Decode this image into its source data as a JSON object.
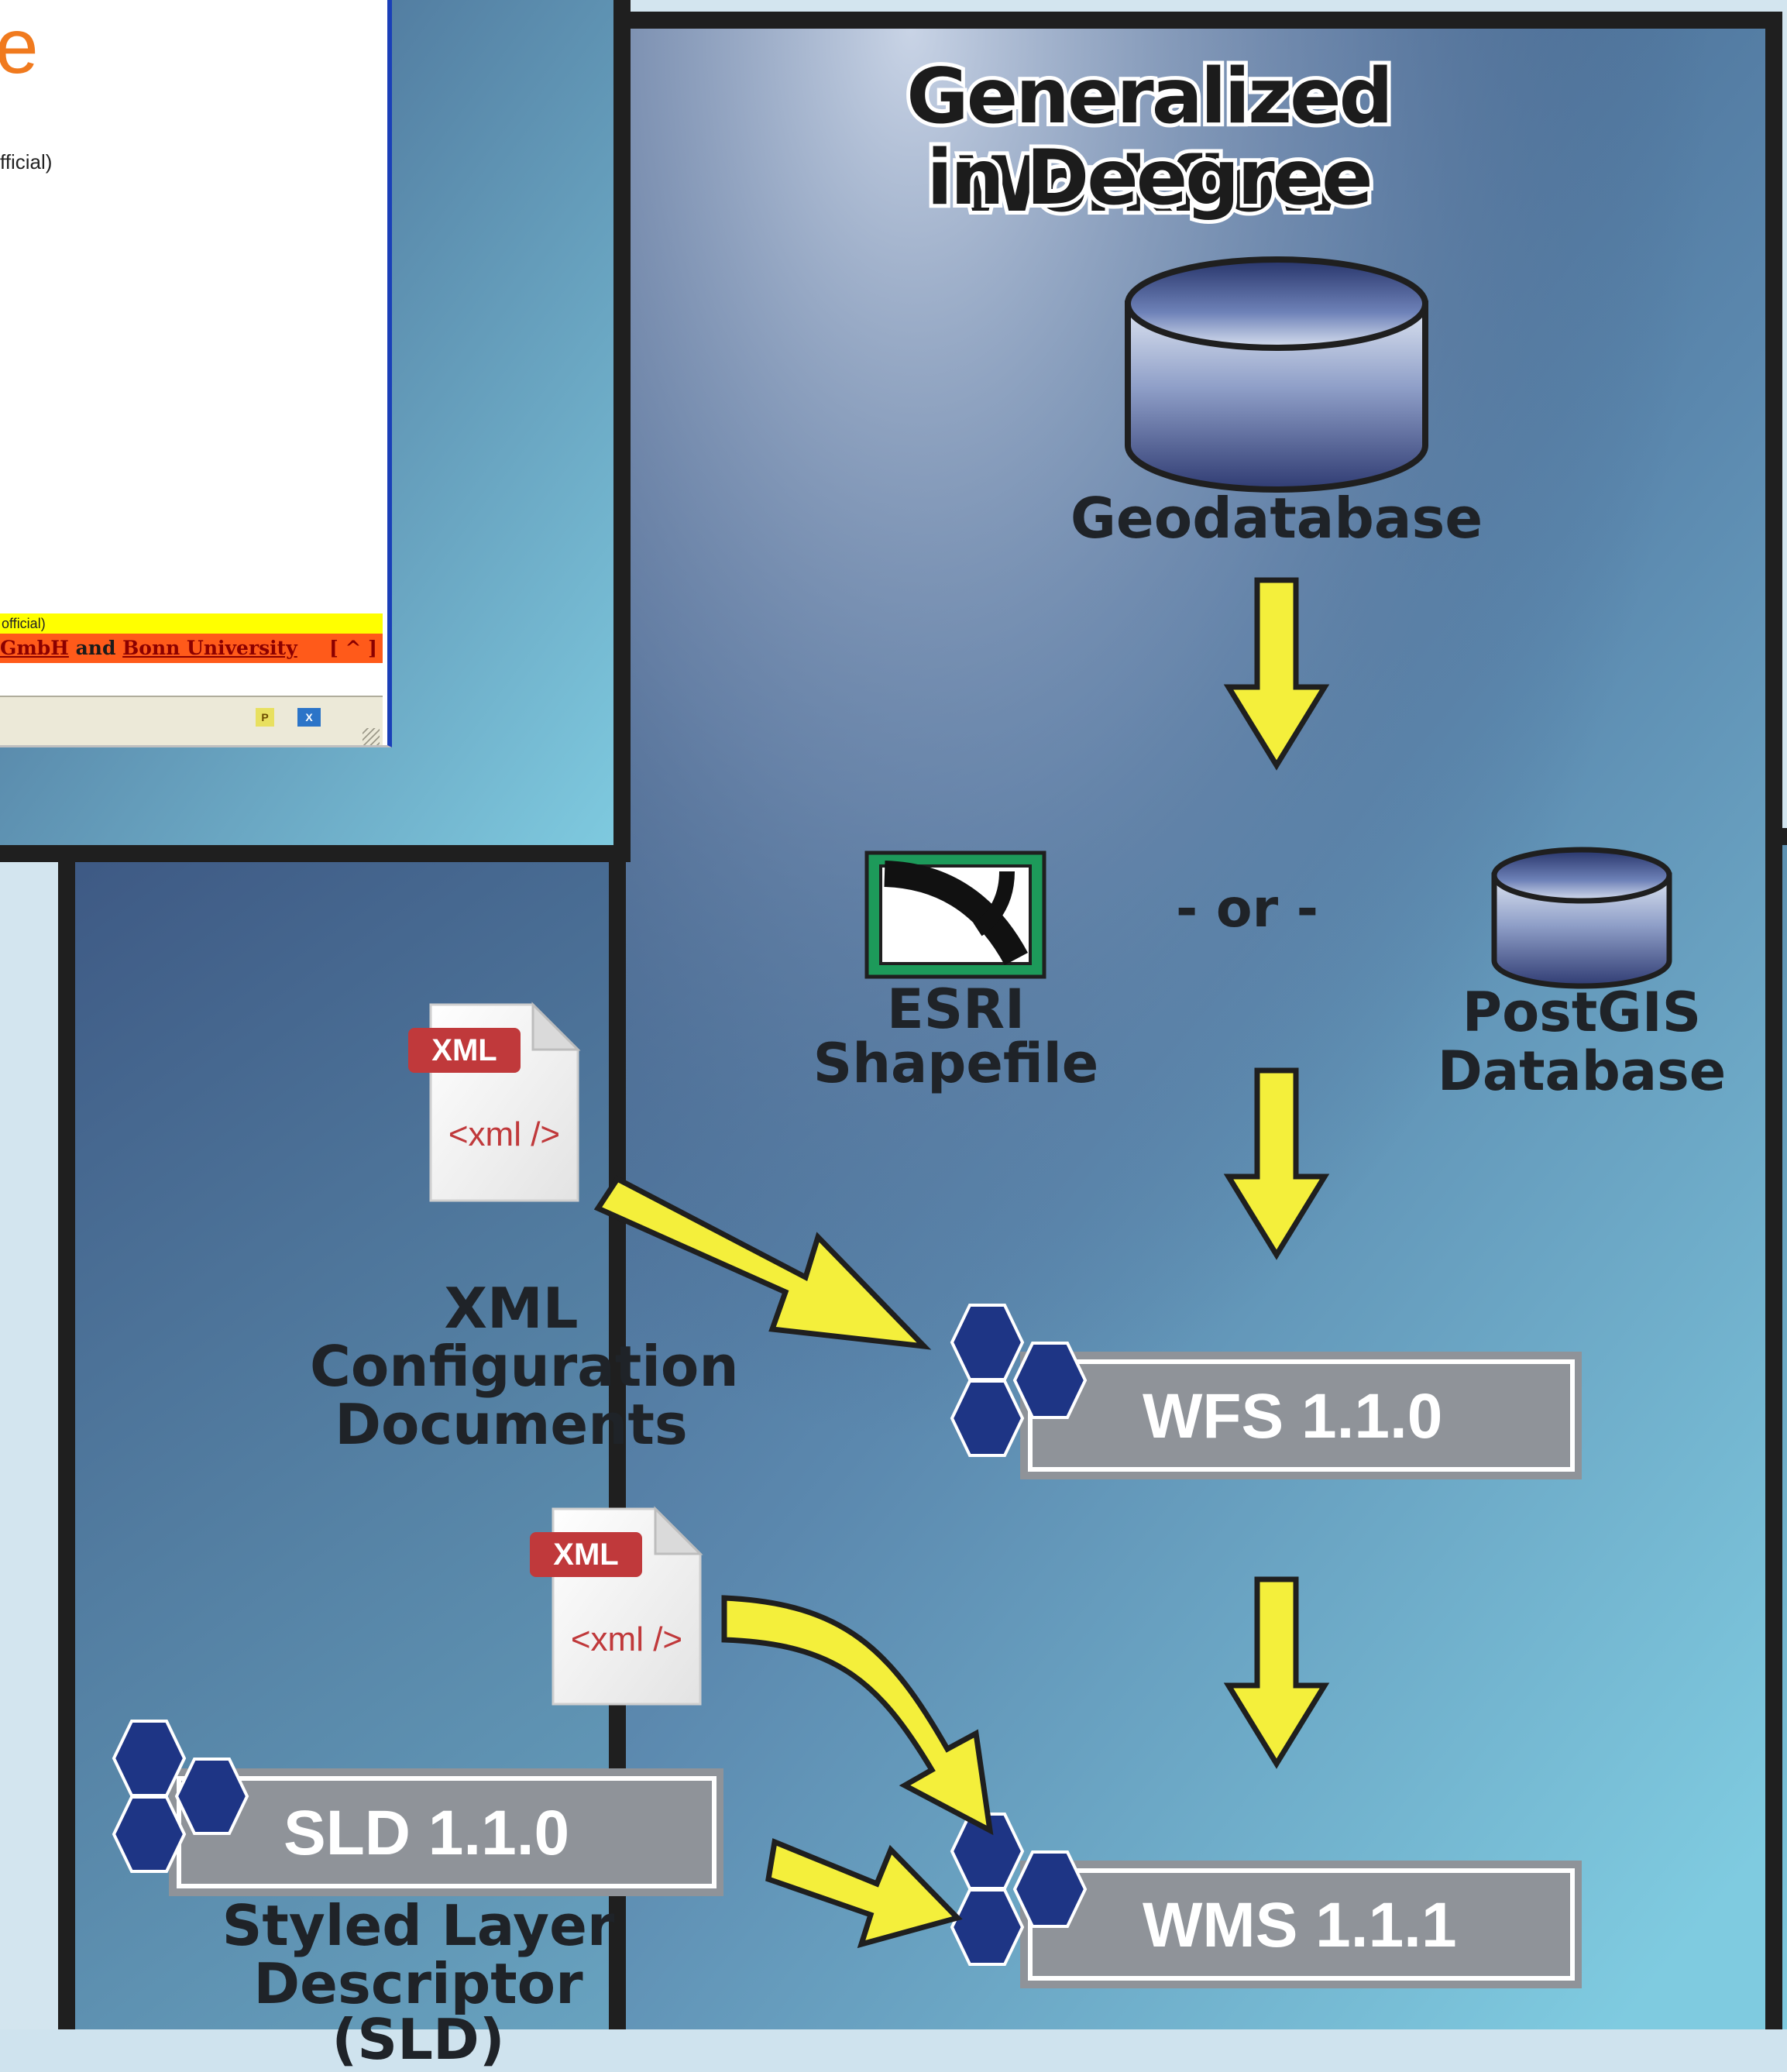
{
  "browser": {
    "logo_fragment": "e",
    "official_text": "fficial)",
    "yellow_bar_text": "official)",
    "credits": {
      "link1": "GmbH",
      "and": " and ",
      "link2": "Bonn University",
      "top_link": "[ ^ ]"
    },
    "status_icon_p": "P",
    "status_icon_x": "X"
  },
  "diagram": {
    "title_line1": "Generalized Workflow",
    "title_line2": "in Deegree",
    "geodatabase": "Geodatabase",
    "or": "- or -",
    "shapefile": "ESRI Shapefile",
    "postgis_line1": "PostGIS",
    "postgis_line2": "Database",
    "xml_config_line1": "XML",
    "xml_config_line2": "Configuration",
    "xml_config_line3": "Documents",
    "xml_badge": "XML",
    "xml_tag": "<xml />",
    "wfs": "WFS 1.1.0",
    "wms": "WMS 1.1.1",
    "sld": "SLD 1.1.0",
    "sld_desc_line1": "Styled Layer",
    "sld_desc_line2": "Descriptor (SLD)"
  },
  "colors": {
    "arrow_fill": "#f4ef3b",
    "hex_fill": "#1e3585",
    "service_box": "#8f9399",
    "xml_badge": "#c0393b",
    "xml_tag": "#c0393b",
    "browser_logo": "#f07a1e",
    "frame": "#1f1f1f"
  }
}
